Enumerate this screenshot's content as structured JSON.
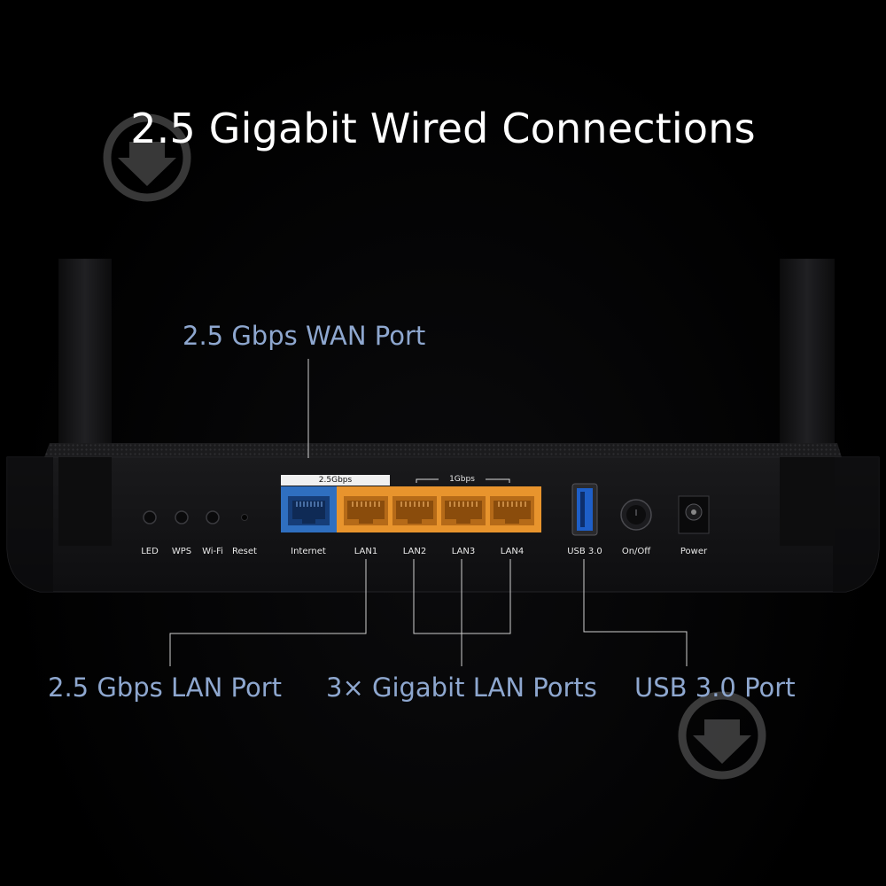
{
  "headline": "2.5 Gigabit Wired Connections",
  "callouts": {
    "wan": "2.5 Gbps WAN Port",
    "lan_25": "2.5 Gbps LAN Port",
    "lan_gigabit": "3× Gigabit LAN Ports",
    "usb": "USB 3.0 Port"
  },
  "port_group_labels": {
    "wan_speed": "2.5Gbps",
    "lan_speed": "1Gbps"
  },
  "button_labels": [
    "LED",
    "WPS",
    "Wi-Fi",
    "Reset"
  ],
  "port_labels": {
    "internet": "Internet",
    "lan1": "LAN1",
    "lan2": "LAN2",
    "lan3": "LAN3",
    "lan4": "LAN4",
    "usb": "USB 3.0",
    "onoff": "On/Off",
    "power": "Power"
  },
  "colors": {
    "callout": "#8ea7cf",
    "wan_port": "#2f6fc0",
    "lan_port": "#e8942d",
    "body": "#141416"
  },
  "icons": [
    "download-watermark-icon",
    "download-watermark-icon"
  ]
}
